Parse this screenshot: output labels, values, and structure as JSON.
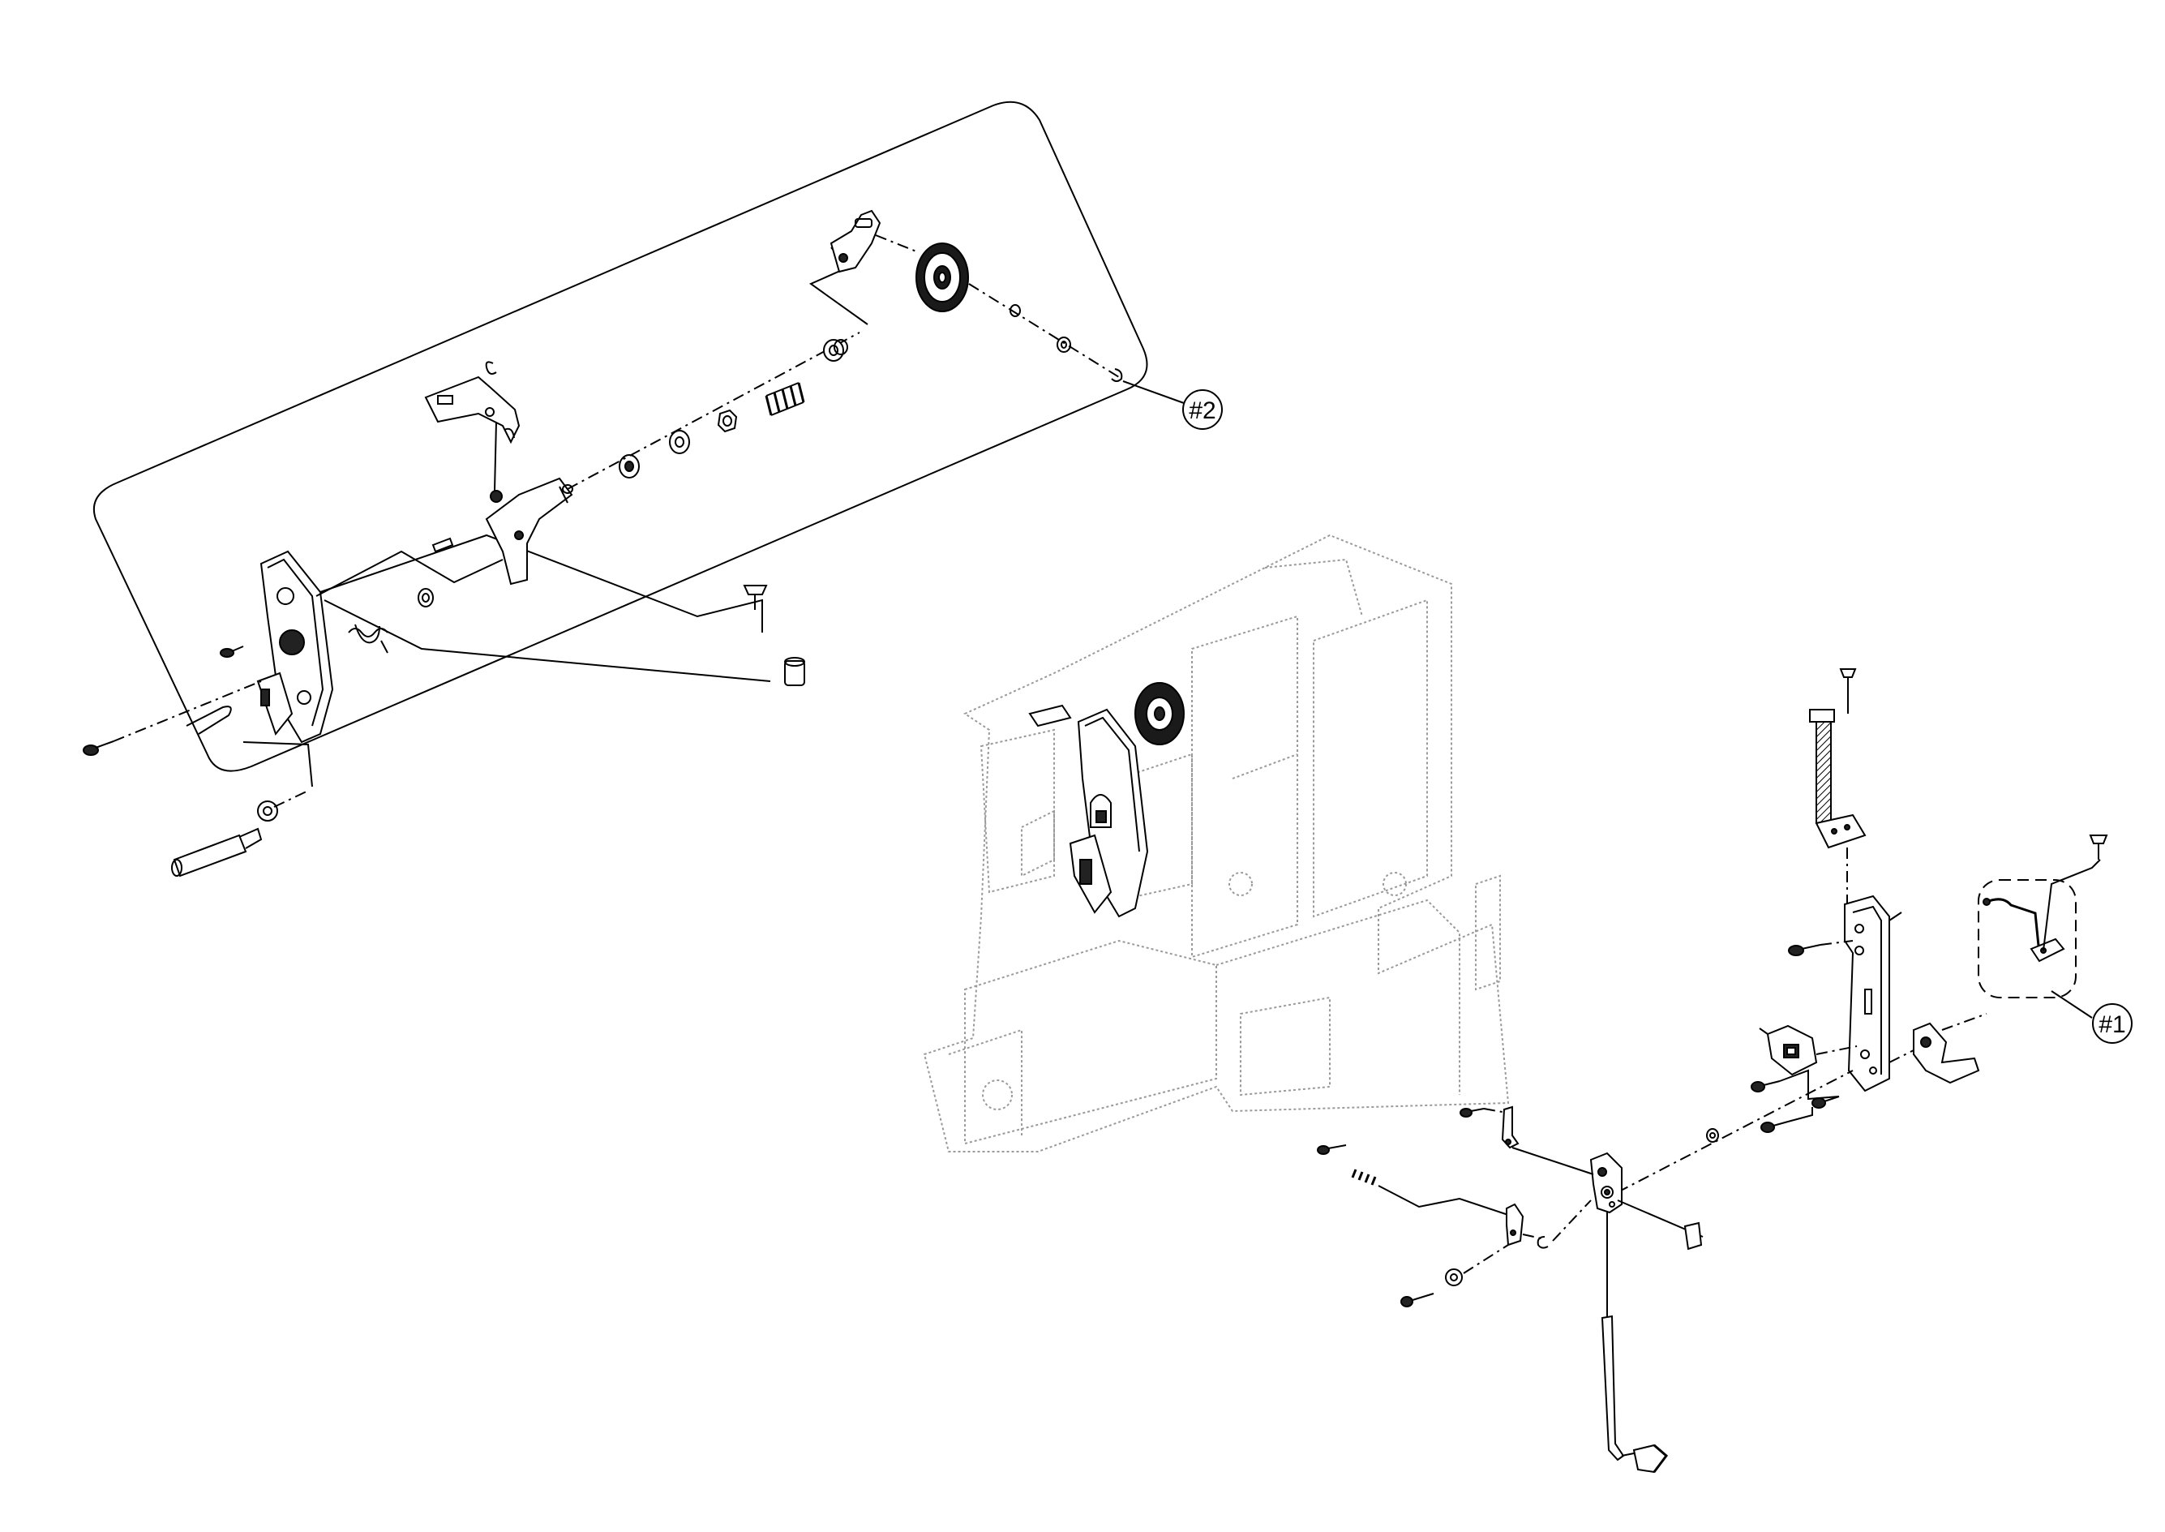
{
  "callouts": [
    {
      "id": "callout-1",
      "label": "#1"
    },
    {
      "id": "callout-2",
      "label": "#2"
    }
  ],
  "colors": {
    "line": "#000000",
    "frame_ghost": "#9a9a9a",
    "fill_dark": "#1a1a1a",
    "background": "#ffffff"
  }
}
